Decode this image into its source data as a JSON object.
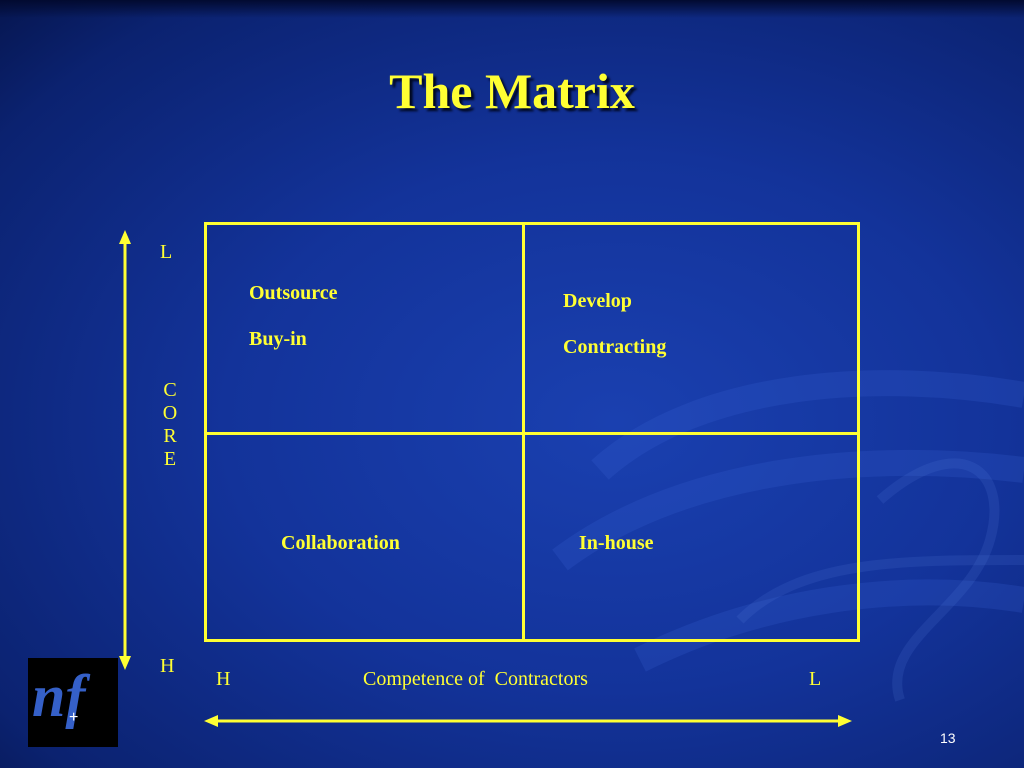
{
  "slide": {
    "title": "The Matrix",
    "page_number": "13"
  },
  "matrix": {
    "top_left": {
      "line1": "Outsource",
      "line2": "Buy-in"
    },
    "top_right": {
      "line1": "Develop",
      "line2": "Contracting"
    },
    "bottom_left": {
      "label": "Collaboration"
    },
    "bottom_right": {
      "label": "In-house"
    }
  },
  "y_axis": {
    "top_label": "L",
    "letters": [
      "C",
      "O",
      "R",
      "E"
    ],
    "bottom_label": "H"
  },
  "x_axis": {
    "left_label": "H",
    "title": "Competence of  Contractors",
    "right_label": "L"
  },
  "logo": {
    "mark": "nf",
    "symbol": "+"
  },
  "colors": {
    "accent": "#ffff33",
    "background": "#13339a",
    "page_number": "#ffffff"
  }
}
